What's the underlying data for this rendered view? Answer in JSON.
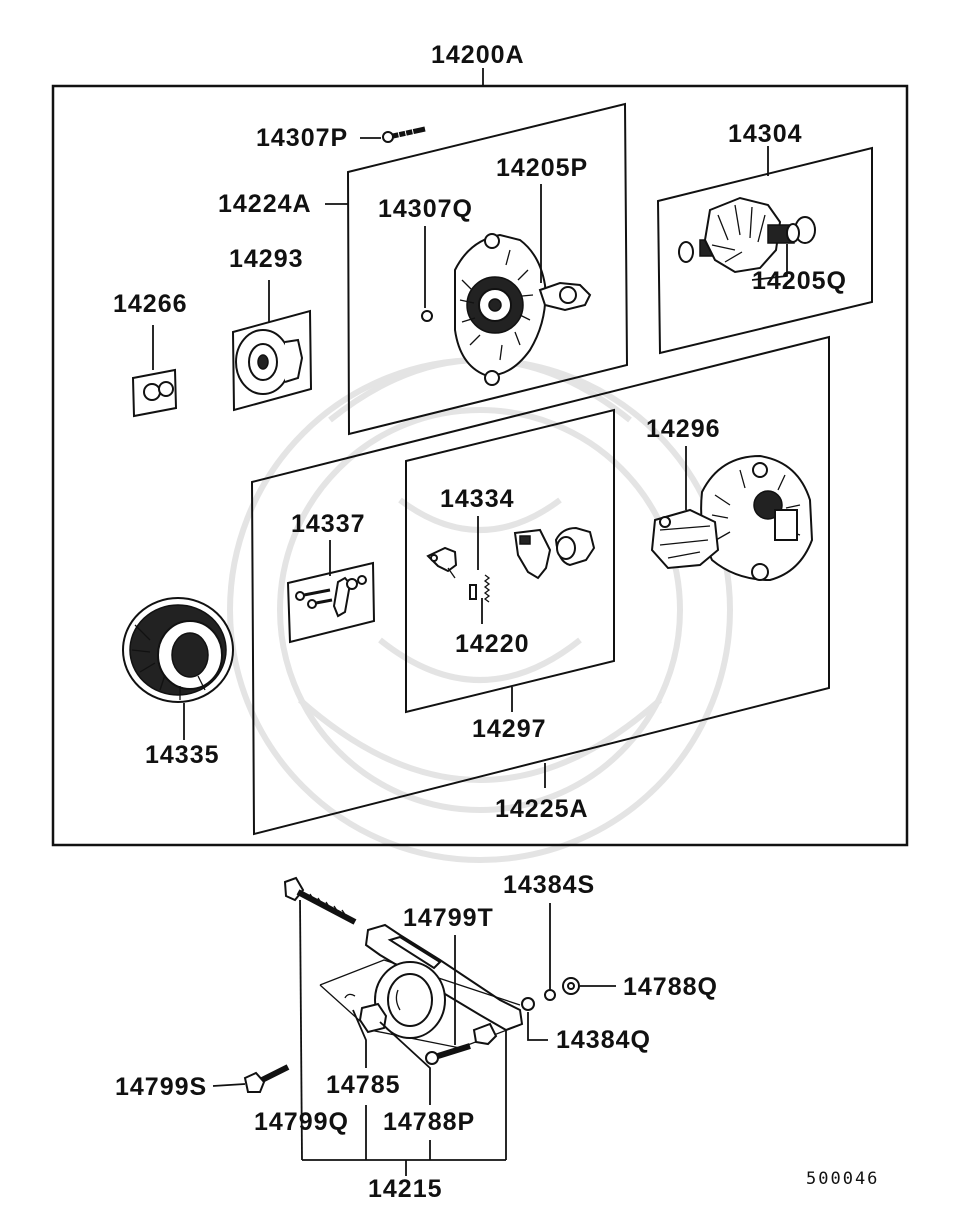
{
  "diagram_code": "500046",
  "labels": {
    "l_14200A": "14200A",
    "l_14307P": "14307P",
    "l_14224A": "14224A",
    "l_14307Q": "14307Q",
    "l_14205P": "14205P",
    "l_14304": "14304",
    "l_14205Q": "14205Q",
    "l_14293": "14293",
    "l_14266": "14266",
    "l_14296": "14296",
    "l_14334": "14334",
    "l_14337": "14337",
    "l_14220": "14220",
    "l_14297": "14297",
    "l_14335": "14335",
    "l_14225A": "14225A",
    "l_14384S": "14384S",
    "l_14799T": "14799T",
    "l_14788Q": "14788Q",
    "l_14384Q": "14384Q",
    "l_14799S": "14799S",
    "l_14785": "14785",
    "l_14799Q": "14799Q",
    "l_14788P": "14788P",
    "l_14215": "14215"
  }
}
